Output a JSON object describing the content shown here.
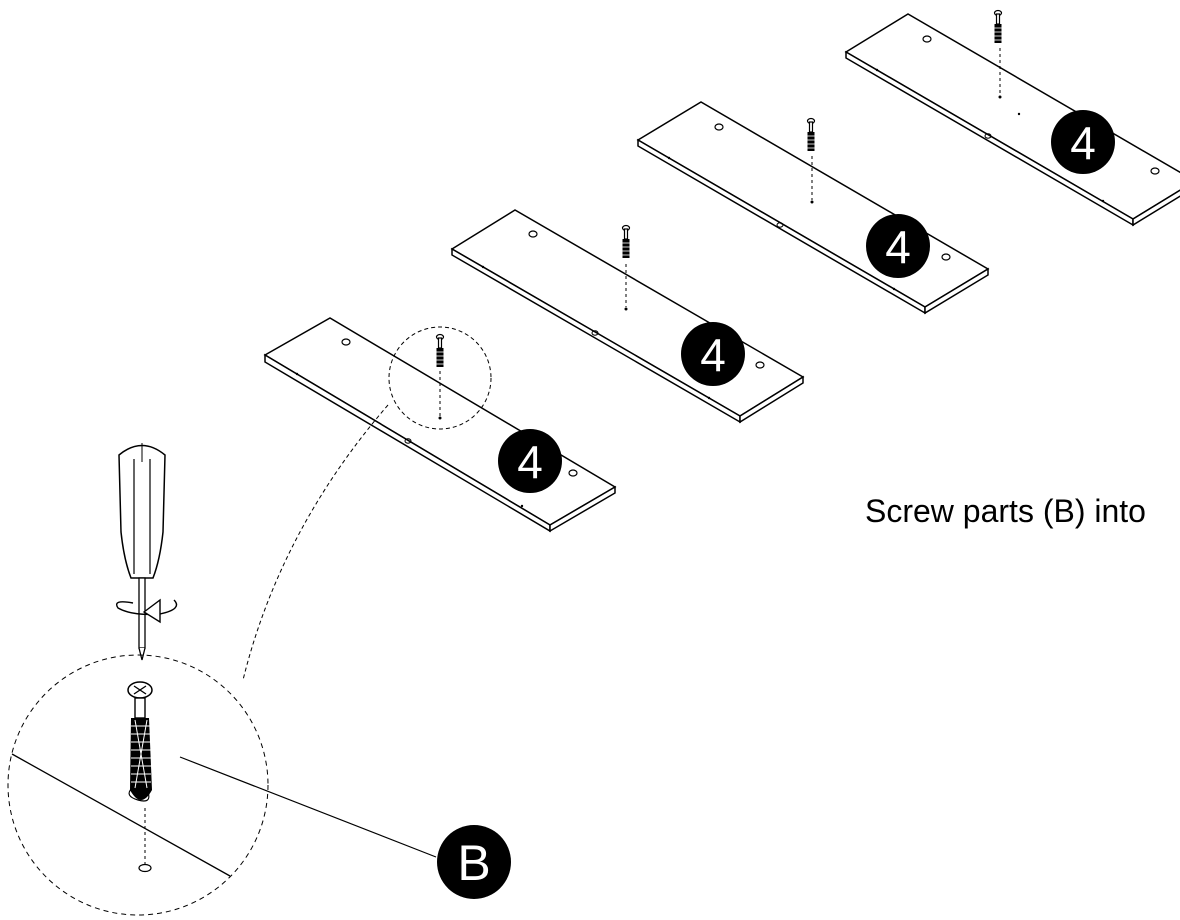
{
  "instruction_text": "Screw parts (B) into",
  "panel_quantity_label": "4",
  "part_label": "B",
  "colors": {
    "line": "#000000",
    "background": "#ffffff",
    "badge_fill": "#000000",
    "badge_text": "#ffffff"
  },
  "icons": [
    "screwdriver-icon",
    "rotation-arrow-icon",
    "dowel-screw-icon"
  ]
}
